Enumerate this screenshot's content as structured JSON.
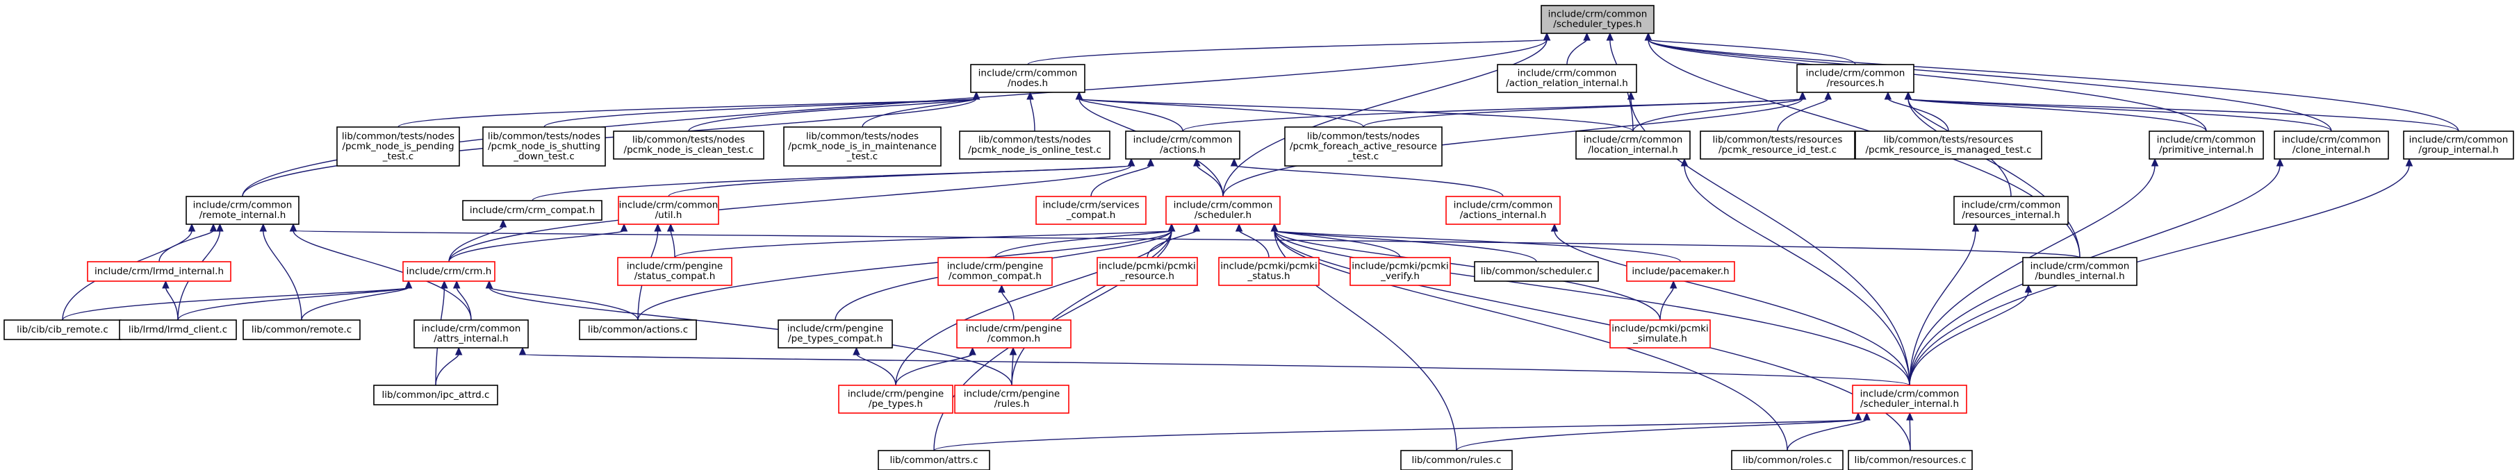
{
  "diagram": {
    "colors": {
      "edge": "#191970",
      "normal_border": "#000000",
      "red_border": "#ff0000",
      "root_fill": "#bfbfbf"
    },
    "nodes": [
      {
        "id": "root",
        "lines": [
          "include/crm/common",
          "/scheduler_types.h"
        ],
        "style": "root"
      },
      {
        "id": "nodes_h",
        "lines": [
          "include/crm/common",
          "/nodes.h"
        ],
        "style": "normal"
      },
      {
        "id": "action_relation",
        "lines": [
          "include/crm/common",
          "/action_relation_internal.h"
        ],
        "style": "normal"
      },
      {
        "id": "resources_h",
        "lines": [
          "include/crm/common",
          "/resources.h"
        ],
        "style": "normal"
      },
      {
        "id": "t_pending",
        "lines": [
          "lib/common/tests/nodes",
          "/pcmk_node_is_pending",
          "_test.c"
        ],
        "style": "normal"
      },
      {
        "id": "t_shutting",
        "lines": [
          "lib/common/tests/nodes",
          "/pcmk_node_is_shutting",
          "_down_test.c"
        ],
        "style": "normal"
      },
      {
        "id": "t_clean",
        "lines": [
          "lib/common/tests/nodes",
          "/pcmk_node_is_clean_test.c"
        ],
        "style": "normal"
      },
      {
        "id": "t_maint",
        "lines": [
          "lib/common/tests/nodes",
          "/pcmk_node_is_in_maintenance",
          "_test.c"
        ],
        "style": "normal"
      },
      {
        "id": "t_online",
        "lines": [
          "lib/common/tests/nodes",
          "/pcmk_node_is_online_test.c"
        ],
        "style": "normal"
      },
      {
        "id": "actions_h",
        "lines": [
          "include/crm/common",
          "/actions.h"
        ],
        "style": "normal"
      },
      {
        "id": "t_foreach",
        "lines": [
          "lib/common/tests/nodes",
          "/pcmk_foreach_active_resource",
          "_test.c"
        ],
        "style": "normal"
      },
      {
        "id": "location_int",
        "lines": [
          "include/crm/common",
          "/location_internal.h"
        ],
        "style": "normal"
      },
      {
        "id": "t_res_id",
        "lines": [
          "lib/common/tests/resources",
          "/pcmk_resource_id_test.c"
        ],
        "style": "normal"
      },
      {
        "id": "t_res_managed",
        "lines": [
          "lib/common/tests/resources",
          "/pcmk_resource_is_managed_test.c"
        ],
        "style": "normal"
      },
      {
        "id": "primitive_int",
        "lines": [
          "include/crm/common",
          "/primitive_internal.h"
        ],
        "style": "normal"
      },
      {
        "id": "clone_int",
        "lines": [
          "include/crm/common",
          "/clone_internal.h"
        ],
        "style": "normal"
      },
      {
        "id": "group_int",
        "lines": [
          "include/crm/common",
          "/group_internal.h"
        ],
        "style": "normal"
      },
      {
        "id": "remote_int",
        "lines": [
          "include/crm/common",
          "/remote_internal.h"
        ],
        "style": "normal"
      },
      {
        "id": "crm_compat",
        "lines": [
          "include/crm/crm_compat.h"
        ],
        "style": "normal"
      },
      {
        "id": "util_h",
        "lines": [
          "include/crm/common",
          "/util.h"
        ],
        "style": "red"
      },
      {
        "id": "services_compat",
        "lines": [
          "include/crm/services",
          "_compat.h"
        ],
        "style": "red"
      },
      {
        "id": "scheduler_h",
        "lines": [
          "include/crm/common",
          "/scheduler.h"
        ],
        "style": "red"
      },
      {
        "id": "actions_int",
        "lines": [
          "include/crm/common",
          "/actions_internal.h"
        ],
        "style": "red"
      },
      {
        "id": "resources_int",
        "lines": [
          "include/crm/common",
          "/resources_internal.h"
        ],
        "style": "normal"
      },
      {
        "id": "lrmd_int",
        "lines": [
          "include/crm/lrmd_internal.h"
        ],
        "style": "red"
      },
      {
        "id": "crm_h",
        "lines": [
          "include/crm/crm.h"
        ],
        "style": "red"
      },
      {
        "id": "status_compat",
        "lines": [
          "include/crm/pengine",
          "/status_compat.h"
        ],
        "style": "red"
      },
      {
        "id": "common_compat",
        "lines": [
          "include/crm/pengine",
          "/common_compat.h"
        ],
        "style": "red"
      },
      {
        "id": "pcmki_resource",
        "lines": [
          "include/pcmki/pcmki",
          "_resource.h"
        ],
        "style": "red"
      },
      {
        "id": "pcmki_status",
        "lines": [
          "include/pcmki/pcmki",
          "_status.h"
        ],
        "style": "red"
      },
      {
        "id": "pcmki_verify",
        "lines": [
          "include/pcmki/pcmki",
          "_verify.h"
        ],
        "style": "red"
      },
      {
        "id": "scheduler_c",
        "lines": [
          "lib/common/scheduler.c"
        ],
        "style": "normal"
      },
      {
        "id": "pacemaker_h",
        "lines": [
          "include/pacemaker.h"
        ],
        "style": "red"
      },
      {
        "id": "bundles_int",
        "lines": [
          "include/crm/common",
          "/bundles_internal.h"
        ],
        "style": "normal"
      },
      {
        "id": "cib_remote",
        "lines": [
          "lib/cib/cib_remote.c"
        ],
        "style": "normal"
      },
      {
        "id": "lrmd_client",
        "lines": [
          "lib/lrmd/lrmd_client.c"
        ],
        "style": "normal"
      },
      {
        "id": "remote_c",
        "lines": [
          "lib/common/remote.c"
        ],
        "style": "normal"
      },
      {
        "id": "attrs_int",
        "lines": [
          "include/crm/common",
          "/attrs_internal.h"
        ],
        "style": "normal"
      },
      {
        "id": "actions_c",
        "lines": [
          "lib/common/actions.c"
        ],
        "style": "normal"
      },
      {
        "id": "pe_types_compat",
        "lines": [
          "include/crm/pengine",
          "/pe_types_compat.h"
        ],
        "style": "normal"
      },
      {
        "id": "pengine_common",
        "lines": [
          "include/crm/pengine",
          "/common.h"
        ],
        "style": "red"
      },
      {
        "id": "pcmki_simulate",
        "lines": [
          "include/pcmki/pcmki",
          "_simulate.h"
        ],
        "style": "red"
      },
      {
        "id": "ipc_attrd",
        "lines": [
          "lib/common/ipc_attrd.c"
        ],
        "style": "normal"
      },
      {
        "id": "pe_types",
        "lines": [
          "include/crm/pengine",
          "/pe_types.h"
        ],
        "style": "red"
      },
      {
        "id": "rules_h",
        "lines": [
          "include/crm/pengine",
          "/rules.h"
        ],
        "style": "red"
      },
      {
        "id": "scheduler_int",
        "lines": [
          "include/crm/common",
          "/scheduler_internal.h"
        ],
        "style": "red"
      },
      {
        "id": "attrs_c",
        "lines": [
          "lib/common/attrs.c"
        ],
        "style": "normal"
      },
      {
        "id": "rules_c",
        "lines": [
          "lib/common/rules.c"
        ],
        "style": "normal"
      },
      {
        "id": "roles_c",
        "lines": [
          "lib/common/roles.c"
        ],
        "style": "normal"
      },
      {
        "id": "resources_c",
        "lines": [
          "lib/common/resources.c"
        ],
        "style": "normal"
      }
    ],
    "edges": [
      [
        "nodes_h",
        "root"
      ],
      [
        "action_relation",
        "root"
      ],
      [
        "resources_h",
        "root"
      ],
      [
        "remote_int",
        "root"
      ],
      [
        "scheduler_h",
        "root"
      ],
      [
        "location_int",
        "root"
      ],
      [
        "primitive_int",
        "root"
      ],
      [
        "clone_int",
        "root"
      ],
      [
        "group_int",
        "root"
      ],
      [
        "bundles_int",
        "root"
      ],
      [
        "t_pending",
        "nodes_h"
      ],
      [
        "t_shutting",
        "nodes_h"
      ],
      [
        "t_clean",
        "nodes_h"
      ],
      [
        "t_maint",
        "nodes_h"
      ],
      [
        "t_online",
        "nodes_h"
      ],
      [
        "actions_h",
        "nodes_h"
      ],
      [
        "t_foreach",
        "nodes_h"
      ],
      [
        "location_int",
        "nodes_h"
      ],
      [
        "remote_int",
        "nodes_h"
      ],
      [
        "scheduler_h",
        "nodes_h"
      ],
      [
        "scheduler_int",
        "action_relation"
      ],
      [
        "actions_h",
        "resources_h"
      ],
      [
        "t_foreach",
        "resources_h"
      ],
      [
        "location_int",
        "resources_h"
      ],
      [
        "t_res_id",
        "resources_h"
      ],
      [
        "t_res_managed",
        "resources_h"
      ],
      [
        "primitive_int",
        "resources_h"
      ],
      [
        "clone_int",
        "resources_h"
      ],
      [
        "group_int",
        "resources_h"
      ],
      [
        "resources_int",
        "resources_h"
      ],
      [
        "bundles_int",
        "resources_h"
      ],
      [
        "scheduler_h",
        "resources_h"
      ],
      [
        "crm_compat",
        "actions_h"
      ],
      [
        "util_h",
        "actions_h"
      ],
      [
        "services_compat",
        "actions_h"
      ],
      [
        "scheduler_h",
        "actions_h"
      ],
      [
        "actions_int",
        "actions_h"
      ],
      [
        "crm_h",
        "actions_h"
      ],
      [
        "scheduler_int",
        "location_int"
      ],
      [
        "scheduler_int",
        "primitive_int"
      ],
      [
        "scheduler_int",
        "clone_int"
      ],
      [
        "scheduler_int",
        "group_int"
      ],
      [
        "scheduler_int",
        "resources_int"
      ],
      [
        "scheduler_int",
        "actions_int"
      ],
      [
        "scheduler_int",
        "bundles_int"
      ],
      [
        "lrmd_int",
        "remote_int"
      ],
      [
        "cib_remote",
        "remote_int"
      ],
      [
        "lrmd_client",
        "remote_int"
      ],
      [
        "remote_c",
        "remote_int"
      ],
      [
        "attrs_int",
        "remote_int"
      ],
      [
        "bundles_int",
        "remote_int"
      ],
      [
        "crm_h",
        "crm_compat"
      ],
      [
        "crm_h",
        "util_h"
      ],
      [
        "actions_c",
        "util_h"
      ],
      [
        "status_compat",
        "util_h"
      ],
      [
        "status_compat",
        "scheduler_h"
      ],
      [
        "common_compat",
        "scheduler_h"
      ],
      [
        "pcmki_resource",
        "scheduler_h"
      ],
      [
        "pcmki_status",
        "scheduler_h"
      ],
      [
        "pcmki_verify",
        "scheduler_h"
      ],
      [
        "scheduler_c",
        "scheduler_h"
      ],
      [
        "pacemaker_h",
        "scheduler_h"
      ],
      [
        "pe_types_compat",
        "scheduler_h"
      ],
      [
        "pe_types",
        "scheduler_h"
      ],
      [
        "rules_h",
        "scheduler_h"
      ],
      [
        "actions_c",
        "scheduler_h"
      ],
      [
        "scheduler_int",
        "scheduler_h"
      ],
      [
        "attrs_c",
        "scheduler_h"
      ],
      [
        "rules_c",
        "scheduler_h"
      ],
      [
        "roles_c",
        "scheduler_h"
      ],
      [
        "resources_c",
        "scheduler_h"
      ],
      [
        "pcmki_simulate",
        "scheduler_h"
      ],
      [
        "lrmd_client",
        "lrmd_int"
      ],
      [
        "cib_remote",
        "crm_h"
      ],
      [
        "lrmd_client",
        "crm_h"
      ],
      [
        "remote_c",
        "crm_h"
      ],
      [
        "attrs_int",
        "crm_h"
      ],
      [
        "actions_c",
        "crm_h"
      ],
      [
        "ipc_attrd",
        "crm_h"
      ],
      [
        "rules_h",
        "crm_h"
      ],
      [
        "pengine_common",
        "common_compat"
      ],
      [
        "pcmki_simulate",
        "pacemaker_h"
      ],
      [
        "ipc_attrd",
        "attrs_int"
      ],
      [
        "scheduler_int",
        "attrs_int"
      ],
      [
        "pe_types",
        "pe_types_compat"
      ],
      [
        "pe_types",
        "pengine_common"
      ],
      [
        "rules_h",
        "pengine_common"
      ],
      [
        "attrs_c",
        "scheduler_int"
      ],
      [
        "rules_c",
        "scheduler_int"
      ],
      [
        "roles_c",
        "scheduler_int"
      ],
      [
        "resources_c",
        "scheduler_int"
      ]
    ]
  }
}
